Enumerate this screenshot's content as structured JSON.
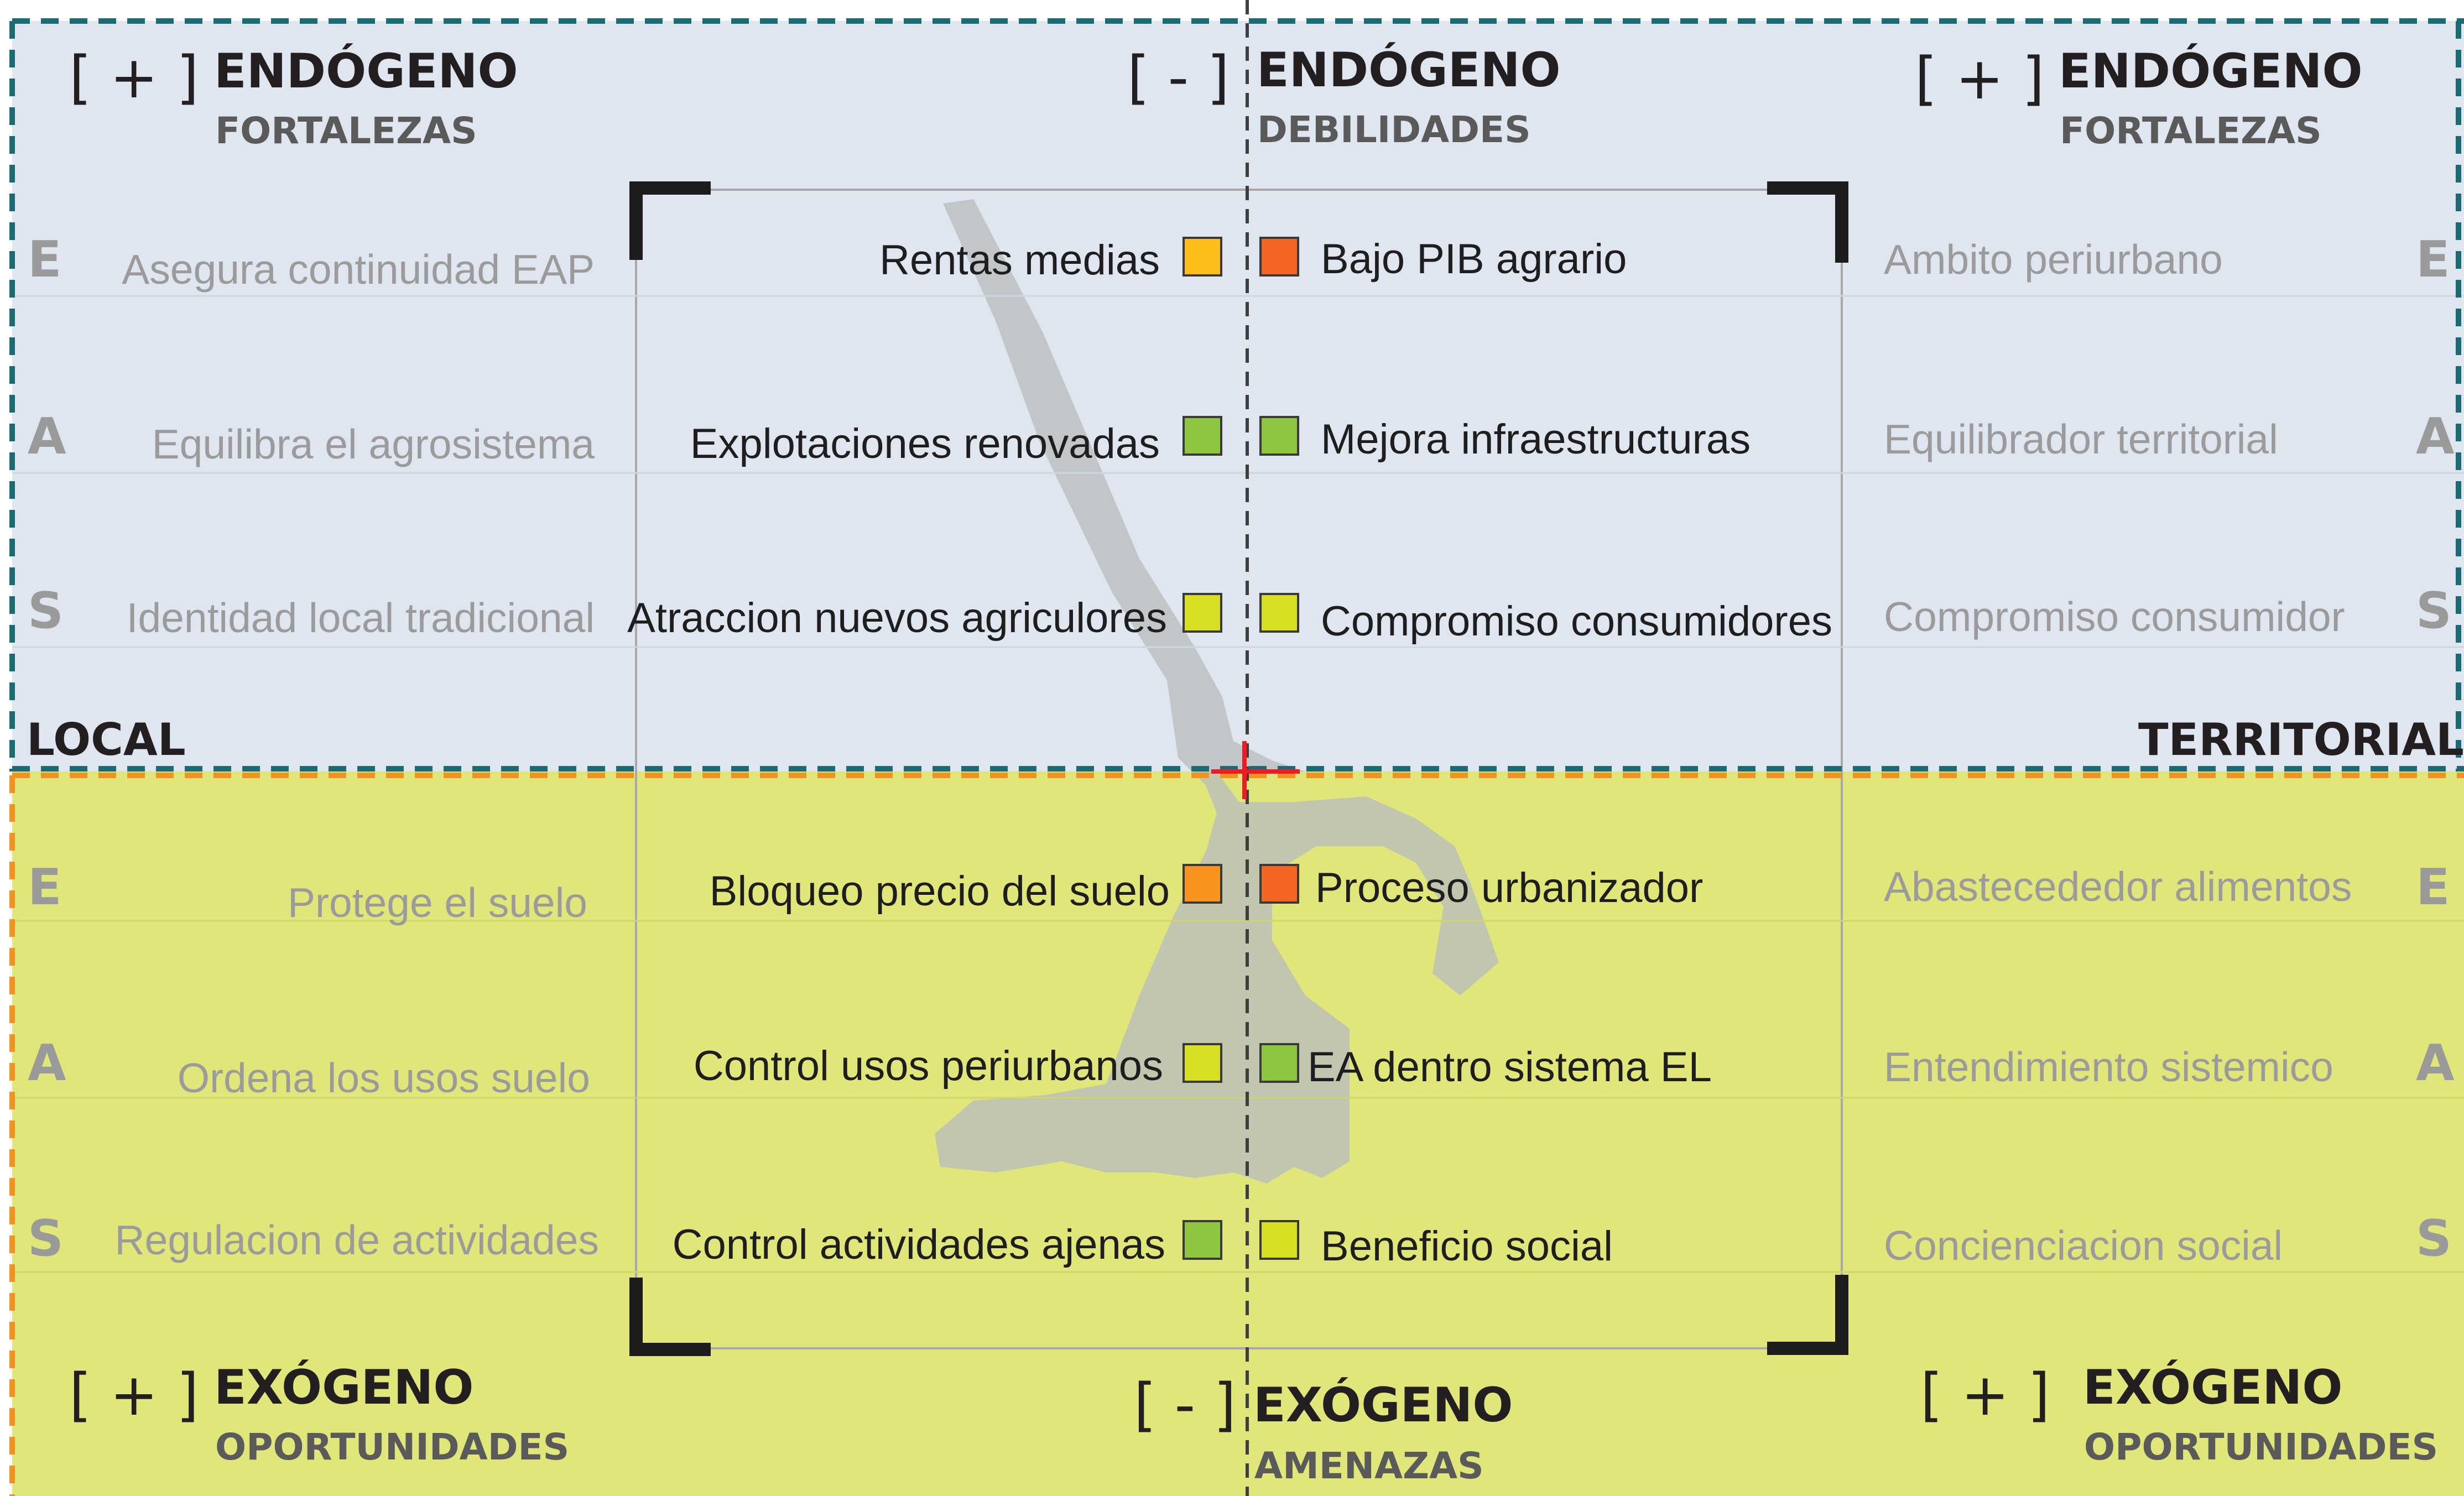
{
  "top": {
    "left": {
      "sign": "[ + ]",
      "title": "ENDÓGENO",
      "subtitle": "FORTALEZAS"
    },
    "center": {
      "sign": "[ - ]",
      "title": "ENDÓGENO",
      "subtitle": "DEBILIDADES"
    },
    "right": {
      "sign": "[ + ]",
      "title": "ENDÓGENO",
      "subtitle": "FORTALEZAS"
    }
  },
  "bottom": {
    "left": {
      "sign": "[ + ]",
      "title": "EXÓGENO",
      "subtitle": "OPORTUNIDADES"
    },
    "center": {
      "sign": "[ - ]",
      "title": "EXÓGENO",
      "subtitle": "AMENAZAS"
    },
    "right": {
      "sign": "[ + ]",
      "title": "EXÓGENO",
      "subtitle": "OPORTUNIDADES"
    }
  },
  "axis": {
    "local": "LOCAL",
    "territorial": "TERRITORIAL"
  },
  "letters": [
    "E",
    "A",
    "S"
  ],
  "rows": {
    "top": [
      {
        "local": "Asegura continuidad EAP",
        "left": "Rentas medias",
        "right": "Bajo PIB agrario",
        "territorial": "Ambito periurbano"
      },
      {
        "local": "Equilibra el agrosistema",
        "left": "Explotaciones renovadas",
        "right": "Mejora infraestructuras",
        "territorial": "Equilibrador territorial"
      },
      {
        "local": "Identidad local tradicional",
        "left": "Atraccion nuevos agriculores",
        "right": "Compromiso consumidores",
        "territorial": "Compromiso consumidor"
      }
    ],
    "bottom": [
      {
        "local": "Protege el suelo",
        "left": "Bloqueo precio del suelo",
        "right": "Proceso urbanizador",
        "territorial": "Abastecededor alimentos"
      },
      {
        "local": "Ordena los usos suelo",
        "left": "Control usos periurbanos",
        "right": "EA dentro sistema EL",
        "territorial": "Entendimiento sistemico"
      },
      {
        "local": "Regulacion de actividades",
        "left": "Control actividades ajenas",
        "right": "Beneficio social",
        "territorial": "Concienciacion social"
      }
    ]
  },
  "squares": {
    "top": [
      {
        "left": "#fcbf17",
        "right": "#f26522"
      },
      {
        "left": "#8dc63f",
        "right": "#8dc63f"
      },
      {
        "left": "#d7df23",
        "right": "#d7df23"
      }
    ],
    "bottom": [
      {
        "left": "#f7941d",
        "right": "#f26522"
      },
      {
        "left": "#d7df23",
        "right": "#8dc63f"
      },
      {
        "left": "#8dc63f",
        "right": "#d7df23"
      }
    ]
  },
  "colors": {
    "top_bg": "#dfe6f0",
    "bottom_bg": "#e0e67a",
    "teal_border": "#1a6b73",
    "orange_border": "#f39221",
    "center_cross": "#ed1c24"
  }
}
